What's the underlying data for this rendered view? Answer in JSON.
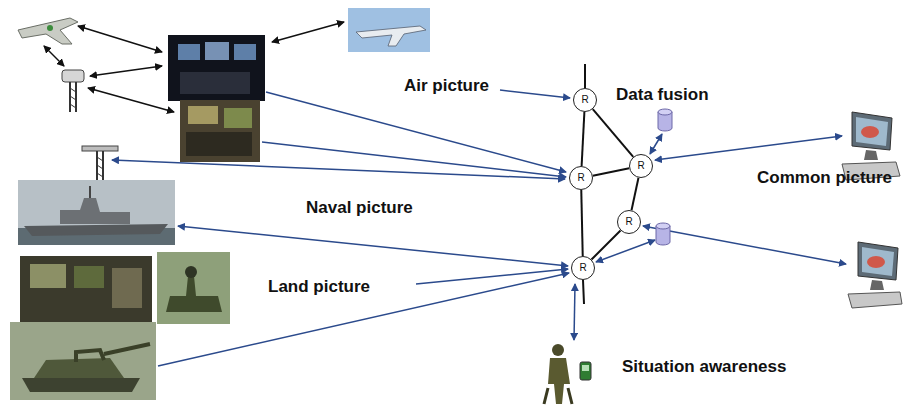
{
  "diagram": {
    "nodes": [
      {
        "text": [
          "R"
        ]
      },
      {
        "text": [
          "R"
        ]
      },
      {
        "text": [
          "R"
        ]
      },
      {
        "text": [
          "R"
        ]
      },
      {
        "text": [
          "R"
        ]
      }
    ],
    "edges": [
      {
        "from": 0,
        "to": 2,
        "arrow": "none"
      },
      {
        "from": 0,
        "to": 1,
        "arrow": "none"
      },
      {
        "from": 2,
        "to": 1,
        "arrow": "none"
      },
      {
        "from": 1,
        "to": 3,
        "arrow": "none"
      },
      {
        "from": 3,
        "to": 4,
        "arrow": "none"
      },
      {
        "from": 2,
        "to": 4,
        "arrow": "none"
      }
    ],
    "labels": [
      "Air picture",
      "Data fusion",
      "Common picture",
      "Naval picture",
      "Land picture",
      "Situation awareness"
    ]
  }
}
